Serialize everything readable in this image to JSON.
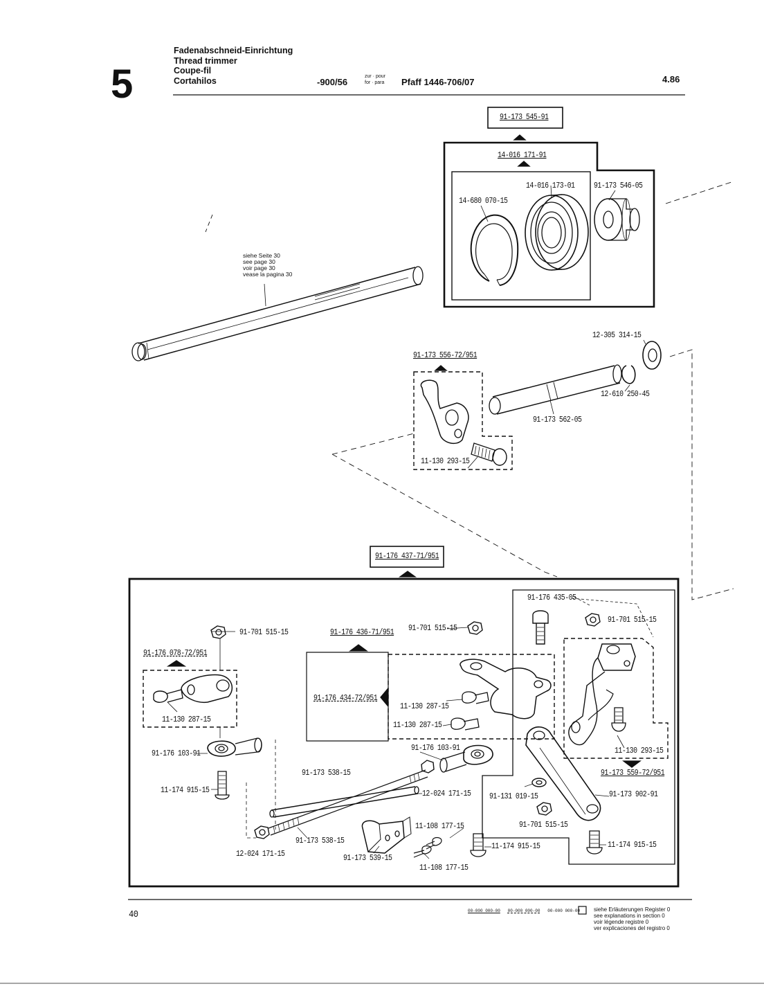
{
  "header": {
    "section_number": "5",
    "titles": [
      "Fadenabschneid-Einrichtung",
      "Thread trimmer",
      "Coupe-fil",
      "Cortahilos"
    ],
    "model_code": "-900/56",
    "zur_pour": "zur · pour",
    "for_para": "for · para",
    "machine": "Pfaff 1446-706/07",
    "date": "4.86"
  },
  "parts": {
    "p_91_173_545_91": "91-173 545-91",
    "p_14_016_171_91": "14-016 171-91",
    "p_14_016_173_01": "14-016 173-01",
    "p_14_680_070_15": "14-680 070-15",
    "p_91_173_546_05": "91-173 546-05",
    "p_12_305_314_15": "12-305 314-15",
    "p_91_173_556_72_951": "91-173 556-72/951",
    "p_12_610_250_45": "12-610 250-45",
    "p_91_173_562_05": "91-173 562-05",
    "p_11_130_293_15_a": "11-130 293-15",
    "p_91_176_437_71_951": "91-176 437-71/951",
    "p_91_176_435_05": "91-176 435-05",
    "p_91_701_515_15_a": "91-701 515-15",
    "p_91_701_515_15_b": "91-701 515-15",
    "p_91_701_515_15_c": "91-701 515-15",
    "p_91_176_436_71_951": "91-176 436-71/951",
    "p_91_176_078_72_951": "91-176 078-72/951",
    "p_11_130_287_15_a": "11-130 287-15",
    "p_91_176_434_72_951": "91-176 434-72/951",
    "p_11_130_287_15_b": "11-130 287-15",
    "p_11_130_287_15_c": "11-130 287-15",
    "p_91_176_103_91_a": "91-176 103-91",
    "p_91_176_103_91_b": "91-176 103-91",
    "p_11_174_915_15_a": "11-174 915-15",
    "p_91_173_538_15_a": "91-173 538-15",
    "p_12_024_171_15_a": "12-024 171-15",
    "p_91_131_019_15": "91-131 019-15",
    "p_91_173_902_91": "91-173 902-91",
    "p_11_130_293_15_b": "11-130 293-15",
    "p_91_173_559_72_951": "91-173 559-72/951",
    "p_91_701_515_15_d": "91-701 515-15",
    "p_11_108_177_15_a": "11-108 177-15",
    "p_11_174_915_15_b": "11-174 915-15",
    "p_11_174_915_15_c": "11-174 915-15",
    "p_12_024_171_15_b": "12-024 171-15",
    "p_91_173_538_15_b": "91-173 538-15",
    "p_91_173_539_15": "91-173 539-15",
    "p_11_108_177_15_b": "11-108 177-15"
  },
  "note_shaft": [
    "siehe Seite 30",
    "see page 30",
    "voir page 30",
    "vease la pagina 30"
  ],
  "footer": {
    "page_number": "40",
    "codes": [
      "00-000 000-00",
      "00-000 000-00",
      "00-000 000-00"
    ],
    "legend": [
      "siehe Erläuterungen Register 0",
      "see explanations in section 0",
      "voir légende registre 0",
      "ver explicaciones del registro 0"
    ]
  }
}
